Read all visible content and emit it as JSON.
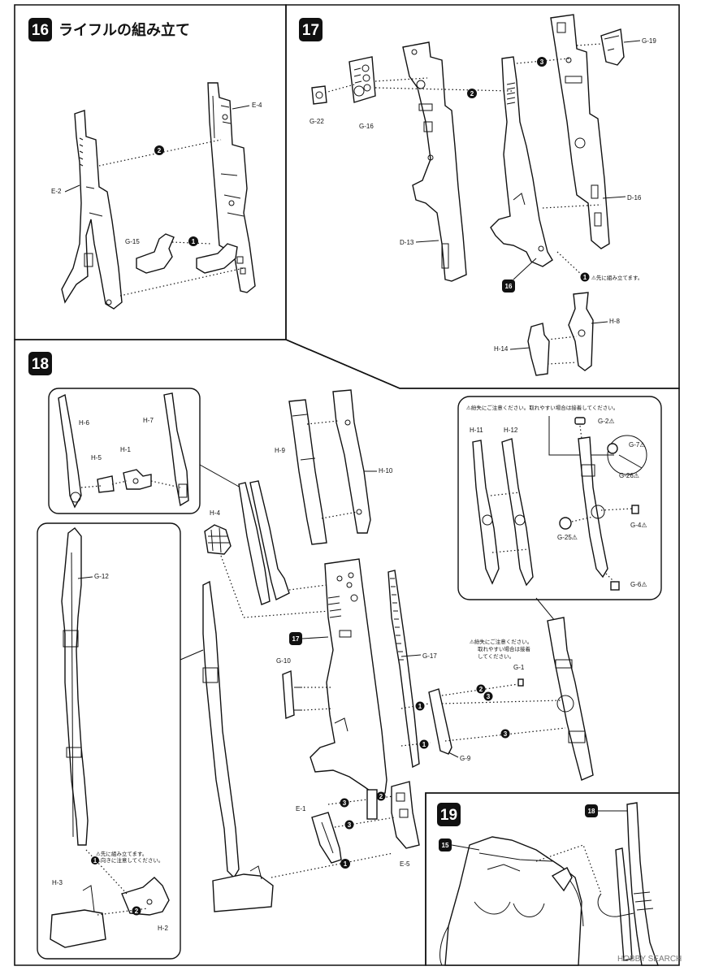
{
  "steps": {
    "s16": {
      "number": "16",
      "title": "ライフルの組み立て"
    },
    "s17": {
      "number": "17"
    },
    "s18": {
      "number": "18"
    },
    "s19": {
      "number": "19"
    }
  },
  "callouts": {
    "sub16": "16",
    "sub17": "17",
    "sub18": "18",
    "sub15": "15",
    "c1": "1",
    "c2": "2",
    "c3": "3"
  },
  "parts": {
    "E4": "E-4",
    "E2": "E-2",
    "G15": "G-15",
    "G19": "G-19",
    "G22": "G-22",
    "G16": "G-16",
    "D16": "D-16",
    "D13": "D-13",
    "H8": "H-8",
    "H14": "H-14",
    "H6": "H-6",
    "H7": "H-7",
    "H5": "H-5",
    "H1": "H-1",
    "H4": "H-4",
    "H9": "H-9",
    "H10": "H-10",
    "G12": "G-12",
    "H11": "H-11",
    "H12": "H-12",
    "G2": "G-2⚠",
    "G7": "G-7⚠",
    "G26": "G-26⚠",
    "G25": "G-25⚠",
    "G4": "G-4⚠",
    "G6": "G-6⚠",
    "G17": "G-17",
    "G10": "G-10",
    "G1": "G-1",
    "G9": "G-9",
    "E1": "E-1",
    "E5": "E-5",
    "H3": "H-3",
    "H2": "H-2"
  },
  "notes": {
    "first_assemble": "⚠先に組み立てます。",
    "lost_parts": "⚠紛失にご注意ください。取れやすい場合は接着してください。",
    "lost_line1": "⚠紛失にご注意ください。",
    "lost_line2": "取れやすい場合は接着",
    "lost_line3": "してください。",
    "h3_line1": "⚠先に組み立てます。",
    "h3_line2": "⚠向きに注意してください。"
  },
  "watermark": "HOBBY SEARCH"
}
